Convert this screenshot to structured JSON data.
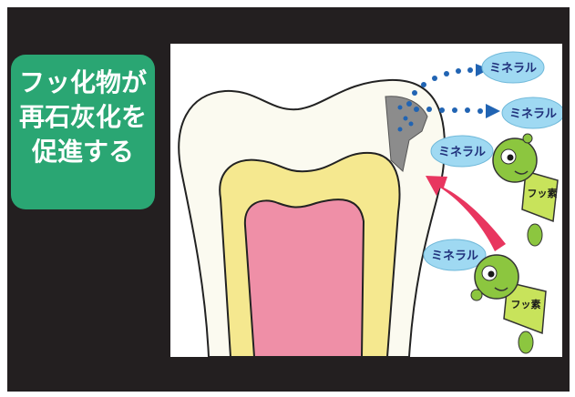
{
  "caption": {
    "lines": [
      "フッ化物が",
      "再石灰化を",
      "促進する"
    ]
  },
  "colors": {
    "frame": "#231f20",
    "caption_bg": "#2aa673",
    "enamel": "#f7f4cc",
    "dentin": "#f5e88f",
    "pulp": "#ef8fa7",
    "lesion": "#8c8c8c",
    "mineral_bubble": "#9fd9f2",
    "mineral_dots": "#2164b3",
    "arrow": "#e8365f",
    "character": "#8cc63f"
  },
  "bubbles": [
    {
      "id": "mineral-1",
      "label": "ミネラル"
    },
    {
      "id": "mineral-2",
      "label": "ミネラル"
    },
    {
      "id": "mineral-3",
      "label": "ミネラル"
    },
    {
      "id": "mineral-4",
      "label": "ミネラル"
    }
  ],
  "characters": [
    {
      "id": "fluoride-1",
      "label": "フッ素"
    },
    {
      "id": "fluoride-2",
      "label": "フッ素"
    }
  ]
}
